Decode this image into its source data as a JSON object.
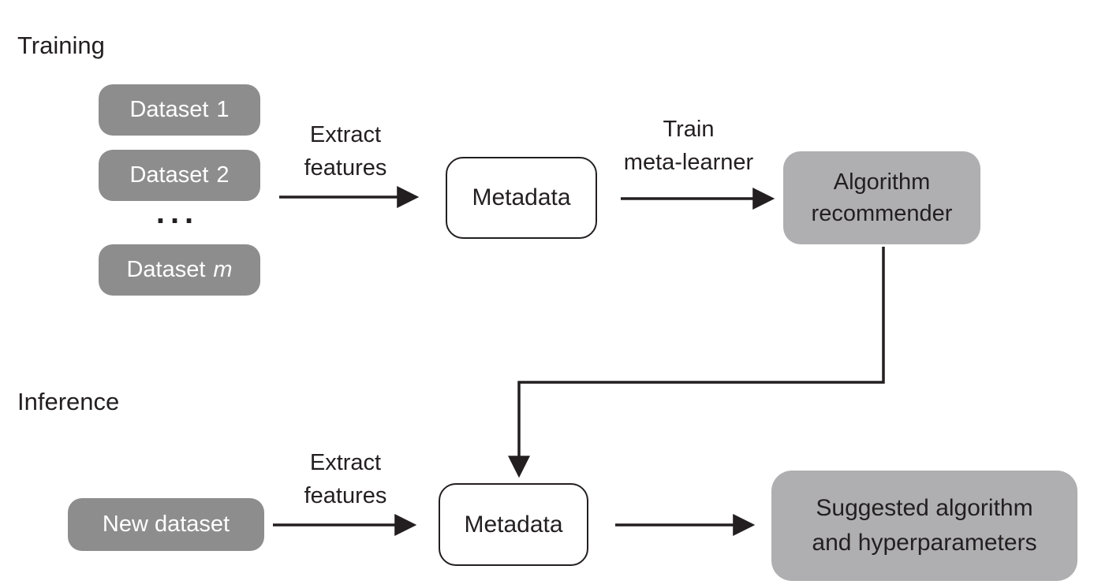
{
  "colors": {
    "dataset_box_bg": "#8d8d8d",
    "result_box_bg": "#afafb1",
    "metadata_box_bg": "#ffffff",
    "box_text_light": "#ffffff",
    "text_dark": "#231f20",
    "line_color": "#231f20",
    "canvas_bg": "#ffffff"
  },
  "training": {
    "section_label": "Training",
    "dataset_boxes": [
      {
        "prefix": "Dataset",
        "suffix": "1"
      },
      {
        "prefix": "Dataset",
        "suffix": "2"
      },
      {
        "prefix": "Dataset",
        "suffix": "m"
      }
    ],
    "ellipsis": "...",
    "extract_features": {
      "line1": "Extract",
      "line2": "features"
    },
    "metadata_label": "Metadata",
    "train_meta_learner": {
      "line1": "Train",
      "line2": "meta-learner"
    },
    "algorithm_recommender": {
      "line1": "Algorithm",
      "line2": "recommender"
    }
  },
  "inference": {
    "section_label": "Inference",
    "new_dataset_label": "New dataset",
    "extract_features": {
      "line1": "Extract",
      "line2": "features"
    },
    "metadata_label": "Metadata",
    "suggested": {
      "line1": "Suggested algorithm",
      "line2": "and hyperparameters"
    }
  }
}
